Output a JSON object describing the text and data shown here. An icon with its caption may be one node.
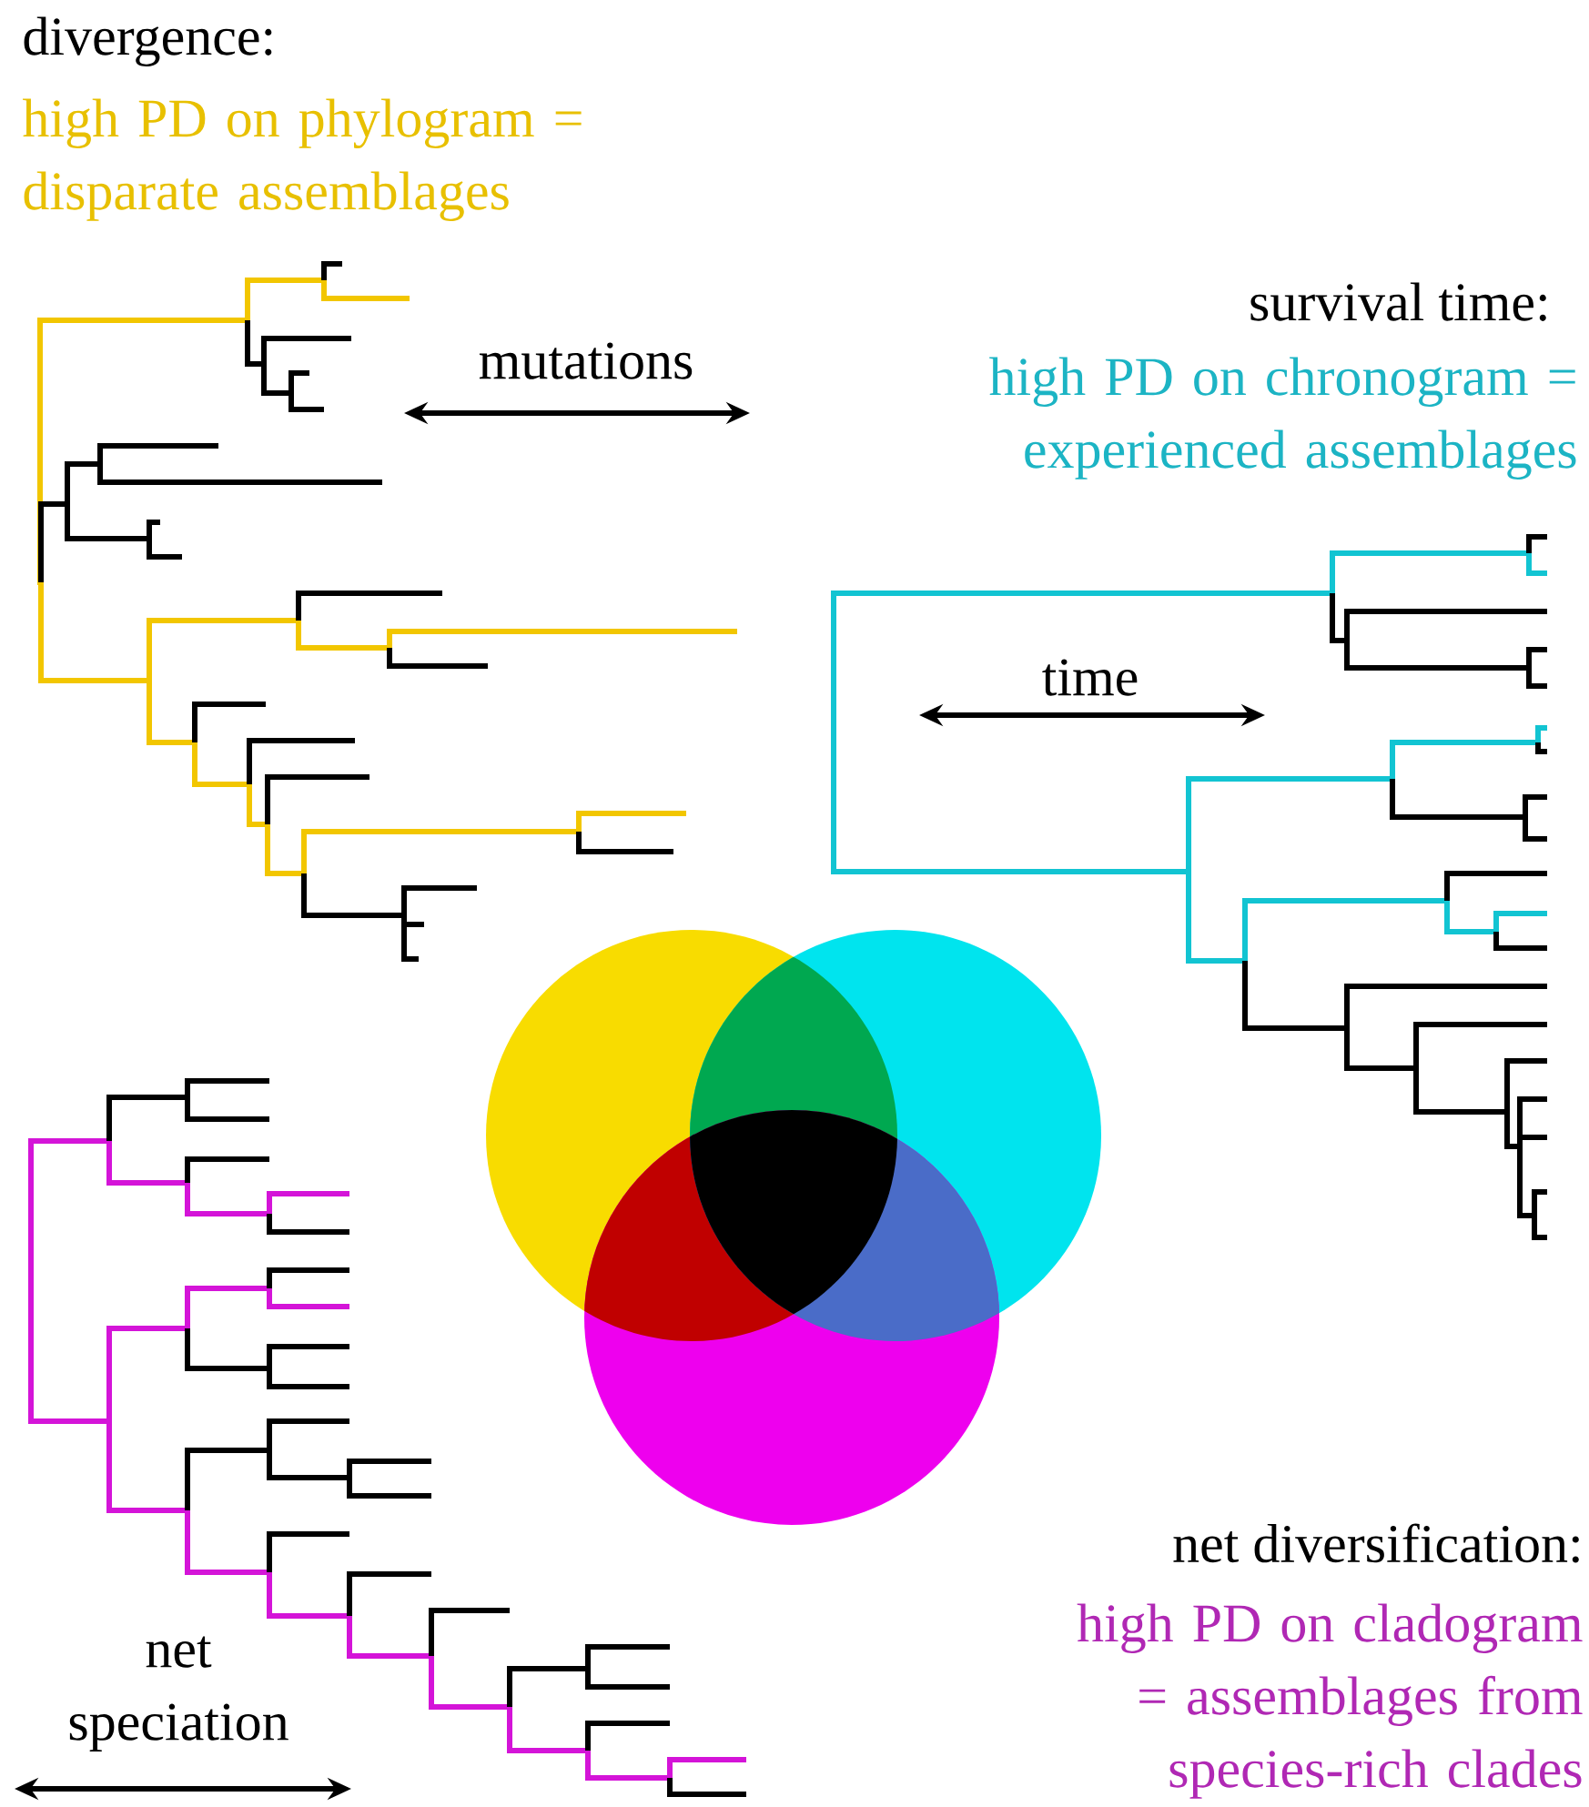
{
  "diagram": {
    "labels": [
      "divergence:",
      "high PD on phylogram = disparate assemblages",
      "survival time:",
      "high PD on chronogram = experienced assemblages",
      "mutations",
      "time",
      "net diversification:",
      "high PD on cladogram = assemblages from species-rich clades",
      "net speciation"
    ]
  }
}
